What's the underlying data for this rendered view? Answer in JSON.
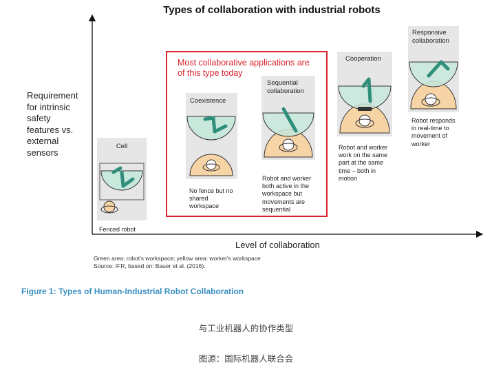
{
  "title": "Types of collaboration with industrial robots",
  "y_axis_label": [
    "Requirement",
    "for intrinsic",
    "safety",
    "features vs.",
    "external",
    "sensors"
  ],
  "x_axis_label": "Level of collaboration",
  "highlight": {
    "lines": [
      "Most collaborative applications are",
      "of this type today"
    ],
    "color": "#d9232d"
  },
  "stages": [
    {
      "id": "cell",
      "title": [
        "Cell"
      ],
      "caption": [
        "Fenced robot"
      ]
    },
    {
      "id": "coexistence",
      "title": [
        "Coexistence"
      ],
      "caption": [
        "No fence but no",
        "shared",
        "workspace"
      ]
    },
    {
      "id": "sequential",
      "title": [
        "Sequential",
        "collaboration"
      ],
      "caption": [
        "Robot and worker",
        "both active in the",
        "workspace but",
        "movements are",
        "sequential"
      ]
    },
    {
      "id": "cooperation",
      "title": [
        "Cooperation"
      ],
      "caption": [
        "Robot and worker",
        "work on the same",
        "part at the same",
        "time – both in",
        "motion"
      ]
    },
    {
      "id": "responsive",
      "title": [
        "Responsive",
        "collaboration"
      ],
      "caption": [
        "Robot responds",
        "in real-time to",
        "movement of",
        "worker"
      ]
    }
  ],
  "source_note": [
    "Green area: robot's workspace; yellow area: worker's workspace",
    "Source: IFR, based on: Bauer et al. (2016)."
  ],
  "figure_caption": "Figure 1: Types of Human-Industrial Robot Collaboration",
  "cn_caption": "与工业机器人的协作类型",
  "cn_source": "图源：国际机器人联合会",
  "colors": {
    "robot_zone": "#c8e8dc",
    "robot_zone_stroke": "#333333",
    "worker_zone": "#f7d4a6",
    "robot_arm": "#2f8f7a",
    "panel_bg": "#e6e6e6",
    "figure_caption": "#3a8fbf"
  }
}
